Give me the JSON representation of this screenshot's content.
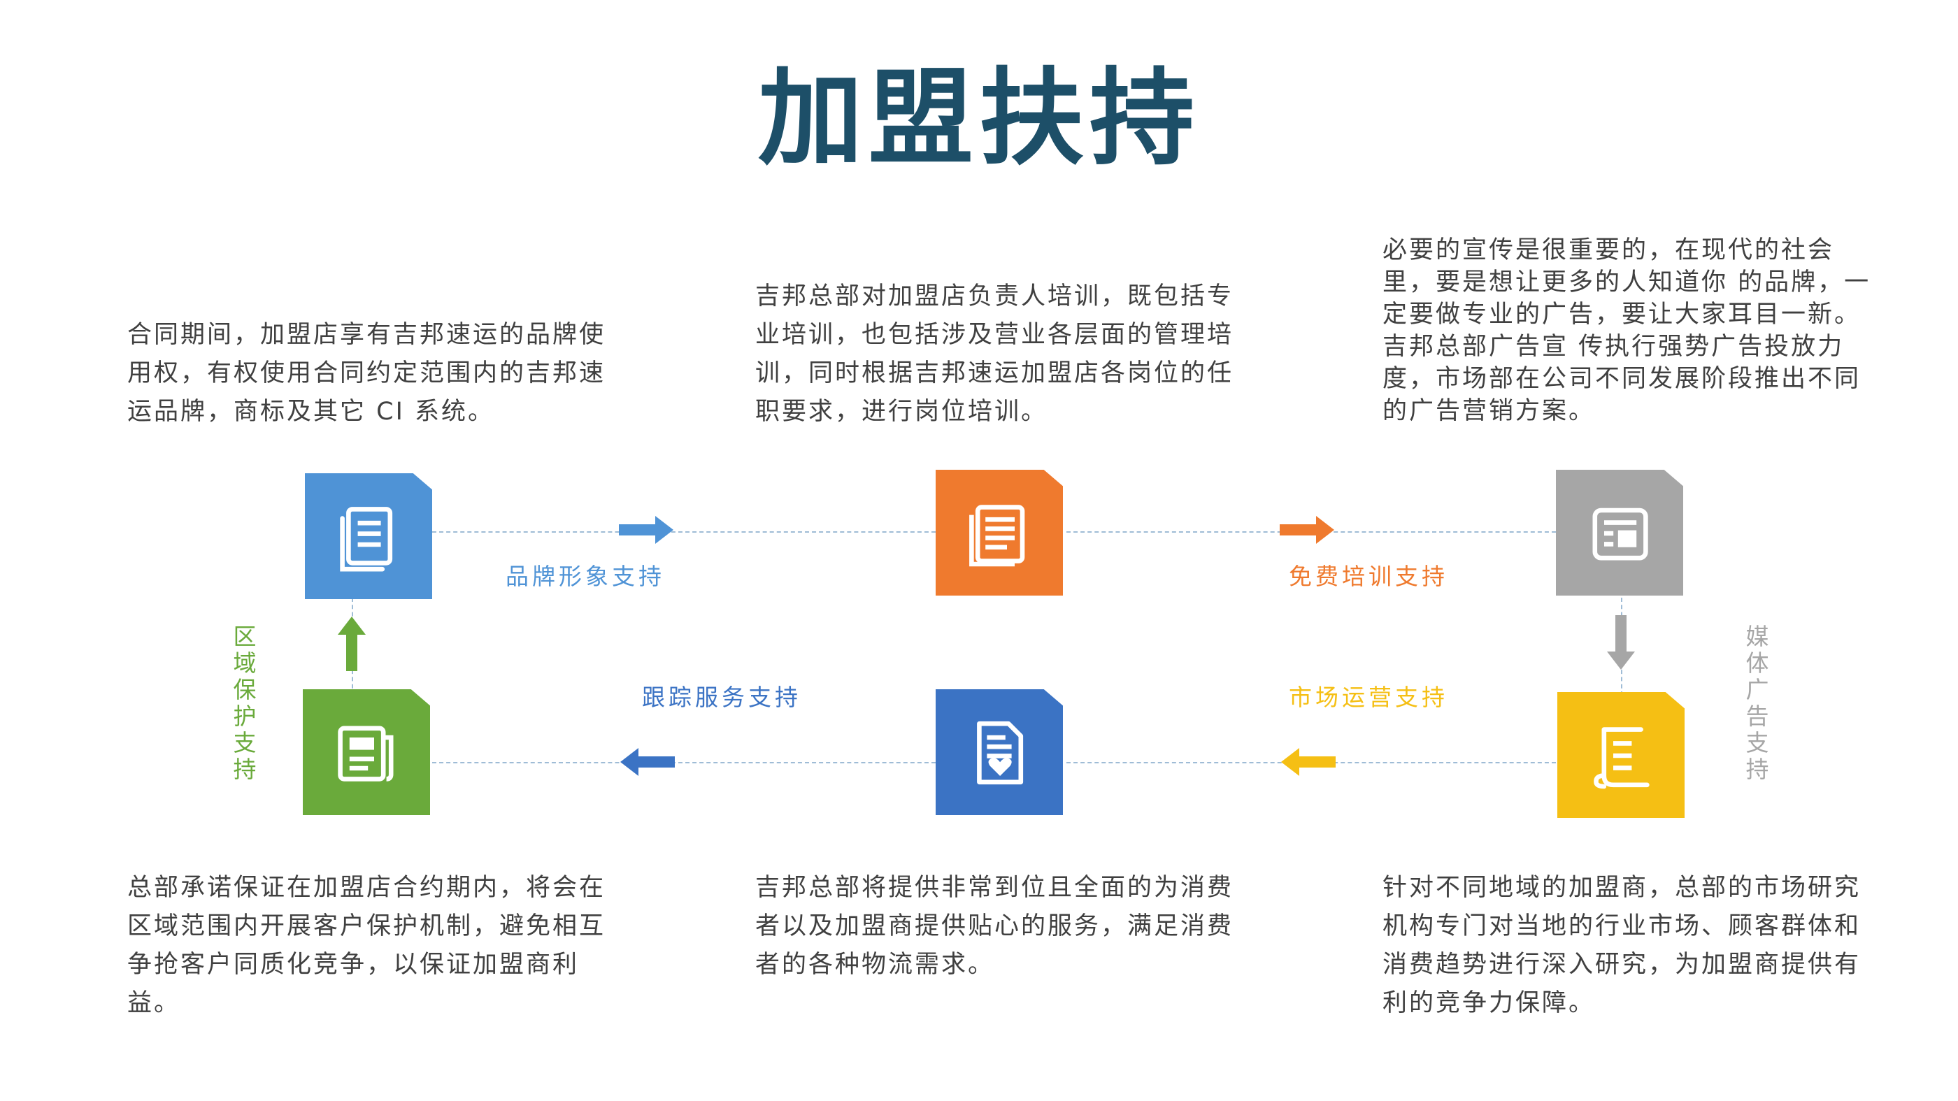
{
  "title": "加盟扶持",
  "colors": {
    "title": "#1d4f68",
    "blue": "#4f93d6",
    "orange": "#ef7a2e",
    "gray": "#a6a6a6",
    "green": "#6aaa3b",
    "navy": "#3b73c4",
    "yellow": "#f5bf14"
  },
  "paragraphs": {
    "top_left": "合同期间，加盟店享有吉邦速运的品牌使用权，有权使用合同约定范围内的吉邦速运品牌，商标及其它 CI 系统。",
    "top_center": "吉邦总部对加盟店负责人培训，既包括专业培训，也包括涉及营业各层面的管理培训，同时根据吉邦速运加盟店各岗位的任职要求，进行岗位培训。",
    "top_right": "必要的宣传是很重要的，在现代的社会里，要是想让更多的人知道你 的品牌，一定要做专业的广告，要让大家耳目一新。吉邦总部广告宣 传执行强势广告投放力度，市场部在公司不同发展阶段推出不同的广告营销方案。",
    "bottom_left": "总部承诺保证在加盟店合约期内，将会在区域范围内开展客户保护机制，避免相互争抢客户同质化竞争，以保证加盟商利益。",
    "bottom_center": "吉邦总部将提供非常到位且全面的为消费者以及加盟商提供贴心的服务，满足消费者的各种物流需求。",
    "bottom_right": "针对不同地域的加盟商，总部的市场研究机构专门对当地的行业市场、顾客群体和消费趋势进行深入研究，为加盟商提供有利的竞争力保障。"
  },
  "labels": {
    "brand": "品牌形象支持",
    "training": "免费培训支持",
    "media": [
      "媒",
      "体",
      "广",
      "告",
      "支",
      "持"
    ],
    "market": "市场运营支持",
    "tracking": "跟踪服务支持",
    "region": [
      "区",
      "域",
      "保",
      "护",
      "支",
      "持"
    ]
  },
  "icons": {
    "top_left": "document-icon",
    "top_center": "report-icon",
    "top_right": "newspaper-icon",
    "bottom_right": "scroll-icon",
    "bottom_center": "heart-document-icon",
    "bottom_left": "news-article-icon"
  }
}
